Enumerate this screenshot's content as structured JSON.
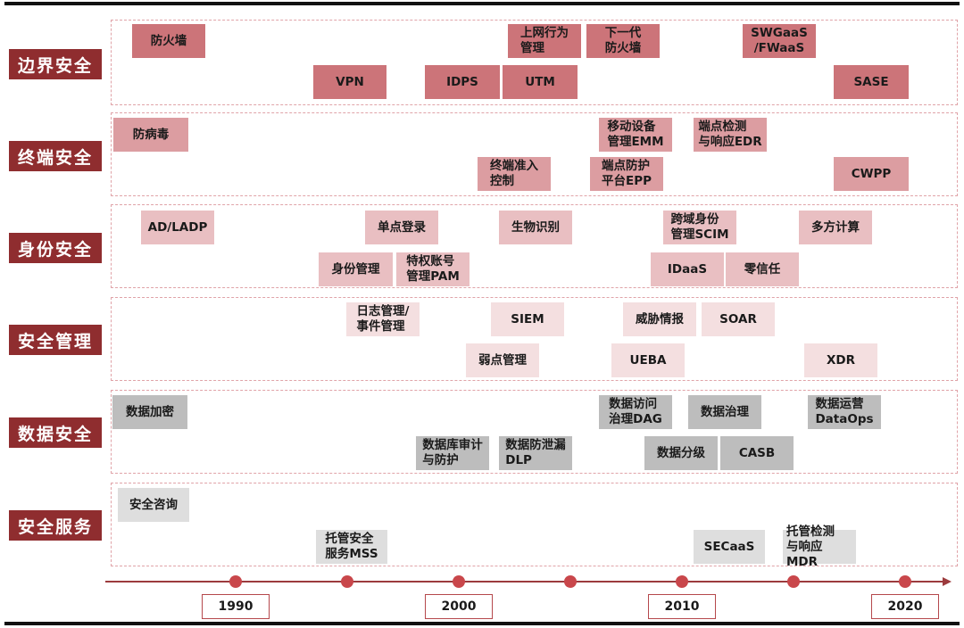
{
  "colors": {
    "category_label": "#8f2d2f",
    "lane_border": "#e0a3a8",
    "axis": "#9c3b3d",
    "dot": "#c9474b",
    "box_dark": "#cc7479",
    "box_mid": "#dc9da1",
    "box_light": "#e9bfc2",
    "box_pale": "#f4dfe0",
    "box_gray": "#bdbdbd",
    "box_light_gray": "#dedede"
  },
  "categories": [
    {
      "label": "边界安全"
    },
    {
      "label": "终端安全"
    },
    {
      "label": "身份安全"
    },
    {
      "label": "安全管理"
    },
    {
      "label": "数据安全"
    },
    {
      "label": "安全服务"
    }
  ],
  "boundary": [
    {
      "label": "防火墙"
    },
    {
      "label": "VPN"
    },
    {
      "label": "IDPS"
    },
    {
      "label": "UTM"
    },
    {
      "label": "上网行为\n管理"
    },
    {
      "label": "下一代\n防火墙"
    },
    {
      "label": "SWGaaS\n/FWaaS"
    },
    {
      "label": "SASE"
    }
  ],
  "endpoint": [
    {
      "label": "防病毒"
    },
    {
      "label": "终端准入\n控制"
    },
    {
      "label": "移动设备\n管理EMM"
    },
    {
      "label": "端点防护\n平台EPP"
    },
    {
      "label": "端点检测\n与响应EDR"
    },
    {
      "label": "CWPP"
    }
  ],
  "identity": [
    {
      "label": "AD/LADP"
    },
    {
      "label": "单点登录"
    },
    {
      "label": "身份管理"
    },
    {
      "label": "特权账号\n管理PAM"
    },
    {
      "label": "生物识别"
    },
    {
      "label": "跨域身份\n管理SCIM"
    },
    {
      "label": "IDaaS"
    },
    {
      "label": "零信任"
    },
    {
      "label": "多方计算"
    }
  ],
  "management": [
    {
      "label": "日志管理/\n事件管理"
    },
    {
      "label": "SIEM"
    },
    {
      "label": "弱点管理"
    },
    {
      "label": "威胁情报"
    },
    {
      "label": "SOAR"
    },
    {
      "label": "UEBA"
    },
    {
      "label": "XDR"
    }
  ],
  "data_security": [
    {
      "label": "数据加密"
    },
    {
      "label": "数据库审计\n与防护"
    },
    {
      "label": "数据防泄漏\nDLP"
    },
    {
      "label": "数据访问\n治理DAG"
    },
    {
      "label": "数据治理"
    },
    {
      "label": "数据分级"
    },
    {
      "label": "CASB"
    },
    {
      "label": "数据运营\nDataOps"
    }
  ],
  "services": [
    {
      "label": "安全咨询"
    },
    {
      "label": "托管安全\n服务MSS"
    },
    {
      "label": "SECaaS"
    },
    {
      "label": "托管检测\n与响应MDR"
    }
  ],
  "timeline": {
    "years": [
      {
        "label": "1990"
      },
      {
        "label": "2000"
      },
      {
        "label": "2010"
      },
      {
        "label": "2020"
      }
    ]
  }
}
